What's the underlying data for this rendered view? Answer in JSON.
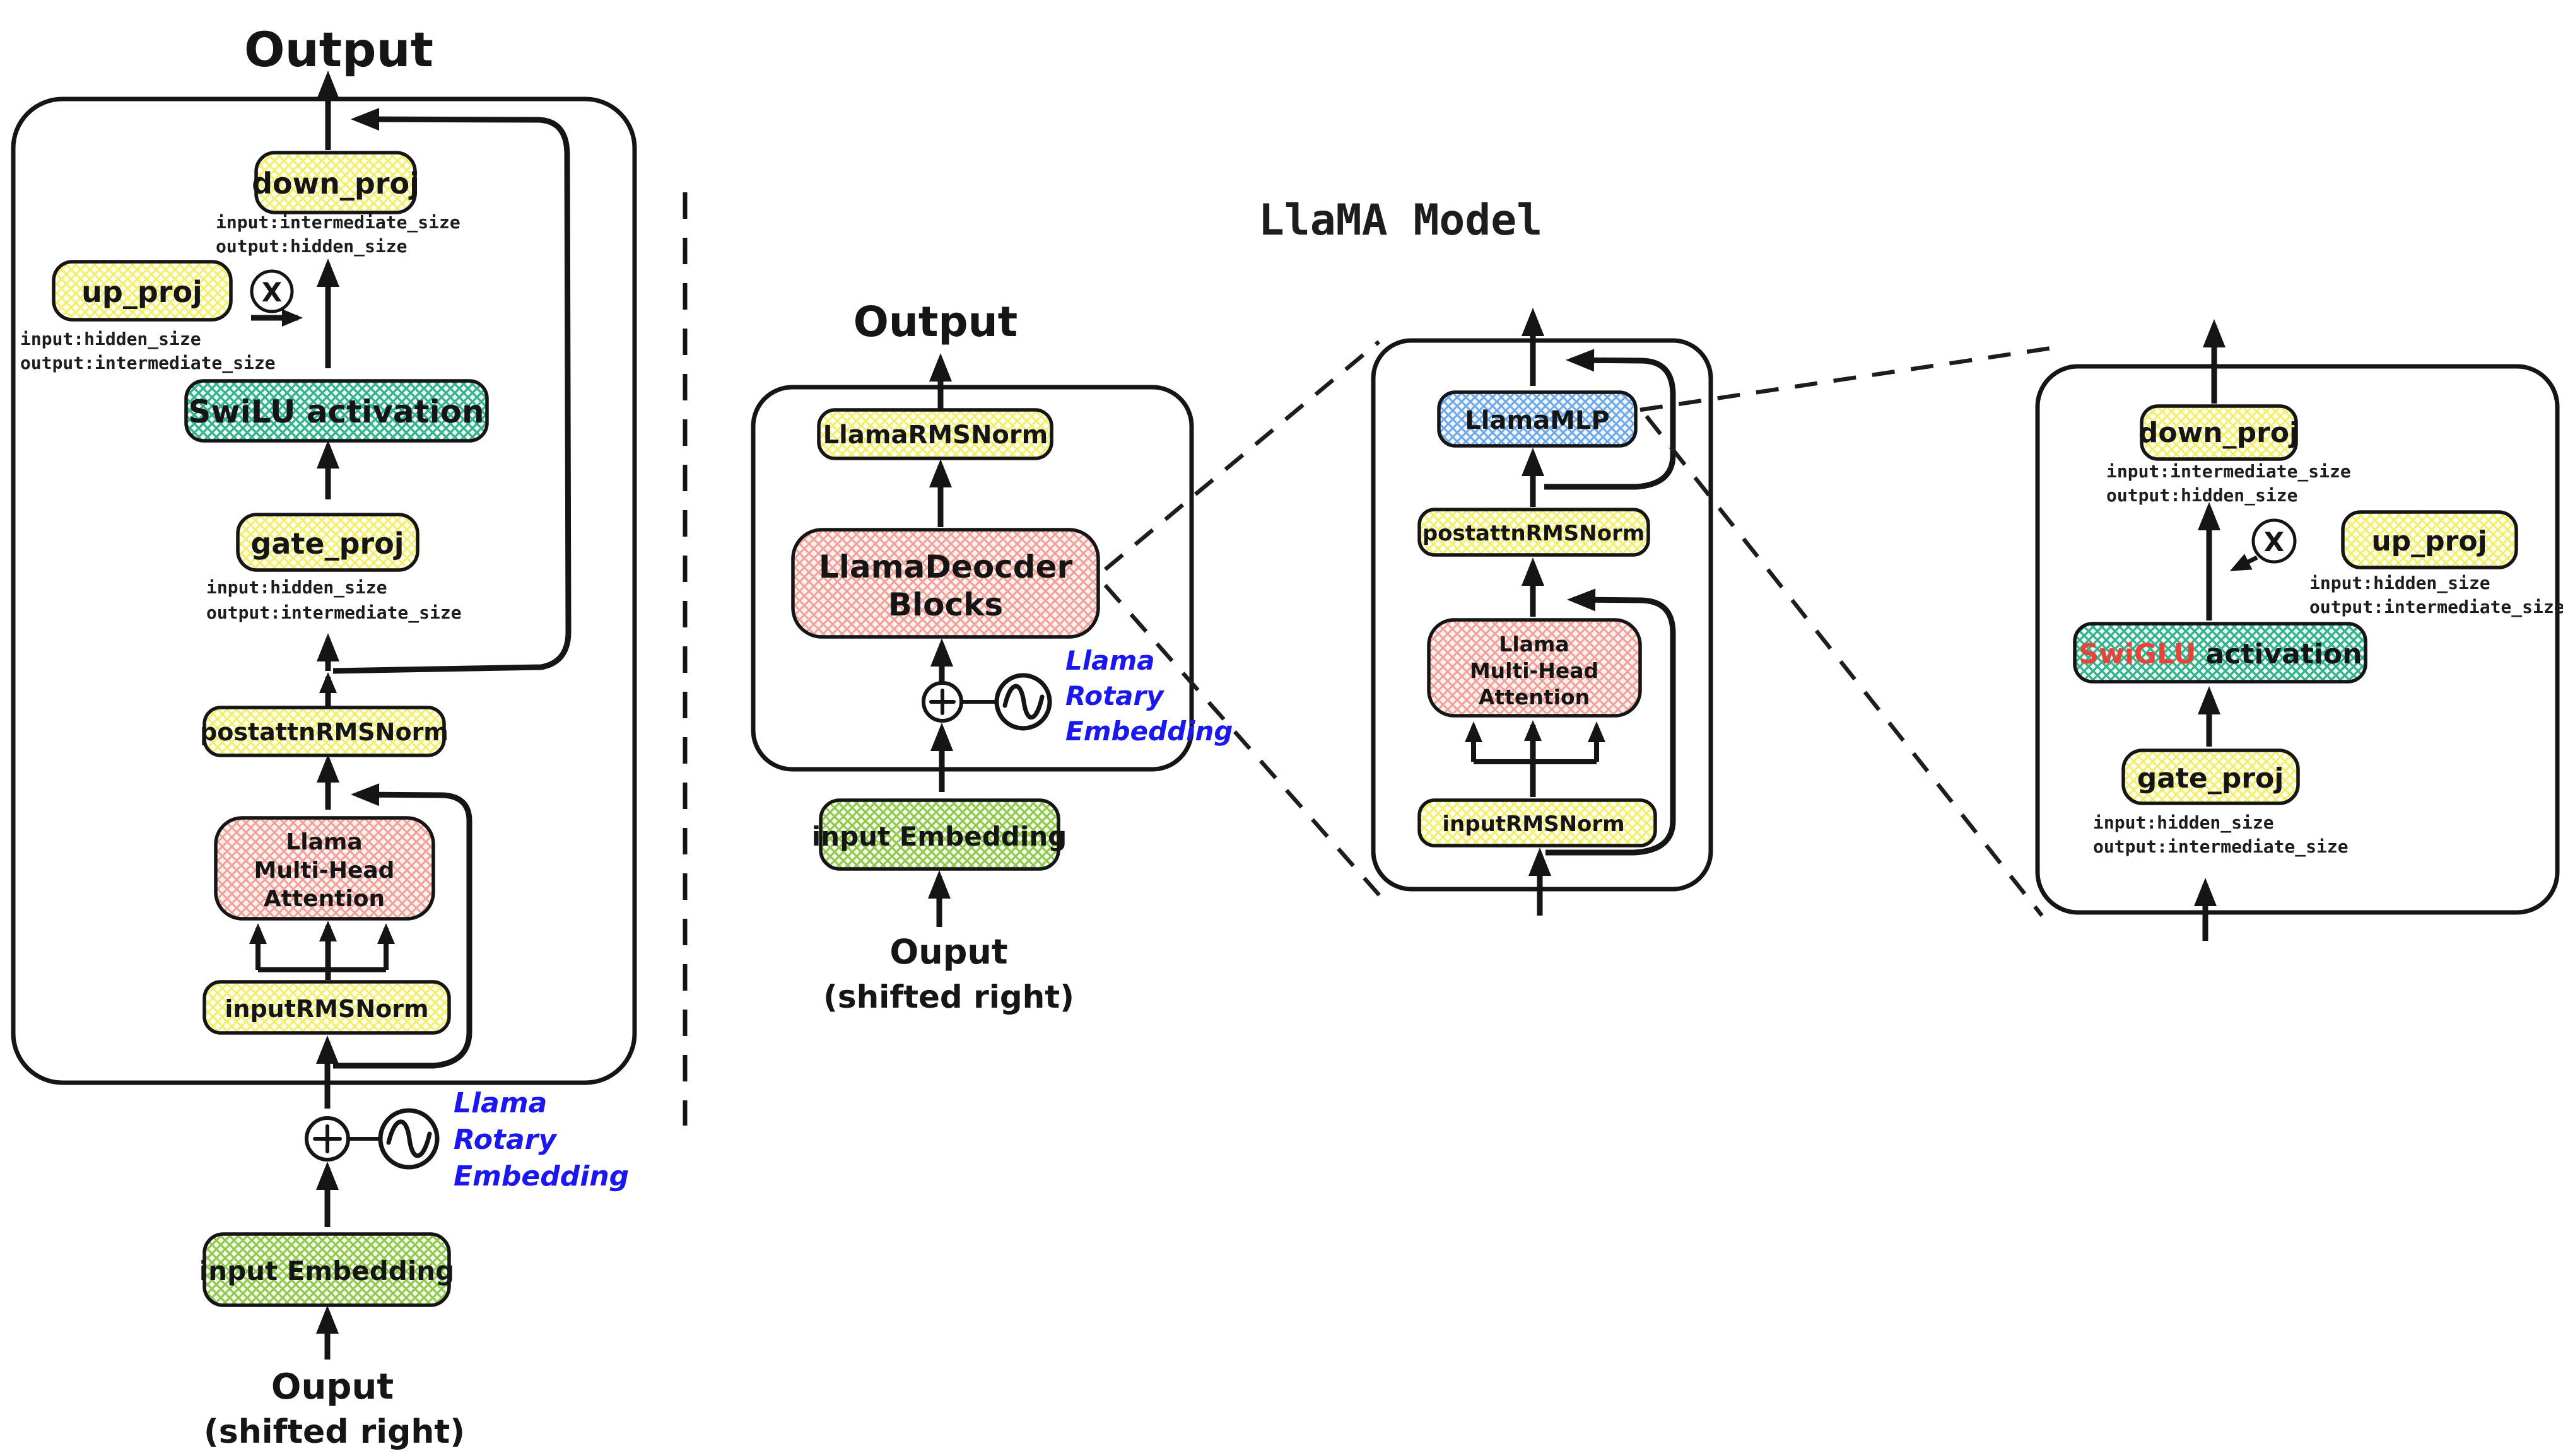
{
  "title": "LlaMA Model",
  "colors": {
    "ink": "#151515",
    "yellow_hatch": "#f3ef6d",
    "teal_hatch": "#34b38c",
    "pink_hatch": "#f3a099",
    "blue_hatch": "#6fa8e8",
    "lime_hatch": "#8fc94d",
    "blue_text": "#1a18ee",
    "red_text": "#e8423a"
  },
  "left_detail": {
    "output": "Output",
    "down_proj": "down_proj",
    "down_proj_io1": "input:intermediate_size",
    "down_proj_io2": "output:hidden_size",
    "up_proj": "up_proj",
    "up_proj_io1": "input:hidden_size",
    "up_proj_io2": "output:intermediate_size",
    "multiply": "X",
    "swilu": "SwiLU activation",
    "gate_proj": "gate_proj",
    "gate_proj_io1": "input:hidden_size",
    "gate_proj_io2": "output:intermediate_size",
    "postattn": "postattnRMSNorm",
    "attn_line1": "Llama",
    "attn_line2": "Multi-Head",
    "attn_line3": "Attention",
    "input_norm": "inputRMSNorm",
    "rotary_line1": "Llama",
    "rotary_line2": "Rotary",
    "rotary_line3": "Embedding",
    "embedding": "input Embedding",
    "bottom_line1": "Ouput",
    "bottom_line2": "(shifted right)"
  },
  "model_overview": {
    "output": "Output",
    "rmsnorm": "LlamaRMSNorm",
    "decoder_line1": "LlamaDeocder",
    "decoder_line2": "Blocks",
    "rotary_line1": "Llama",
    "rotary_line2": "Rotary",
    "rotary_line3": "Embedding",
    "embedding": "input Embedding",
    "bottom_line1": "Ouput",
    "bottom_line2": "(shifted right)"
  },
  "decoder_block": {
    "mlp": "LlamaMLP",
    "postattn": "postattnRMSNorm",
    "attn_line1": "Llama",
    "attn_line2": "Multi-Head",
    "attn_line3": "Attention",
    "input_norm": "inputRMSNorm"
  },
  "mlp_detail": {
    "down_proj": "down_proj",
    "down_proj_io1": "input:intermediate_size",
    "down_proj_io2": "output:hidden_size",
    "up_proj": "up_proj",
    "up_proj_io1": "input:hidden_size",
    "up_proj_io2": "output:intermediate_size",
    "multiply": "X",
    "swiglu_red": "SwiGLU",
    "swiglu_rest": " activation",
    "gate_proj": "gate_proj",
    "gate_proj_io1": "input:hidden_size",
    "gate_proj_io2": "output:intermediate_size"
  }
}
